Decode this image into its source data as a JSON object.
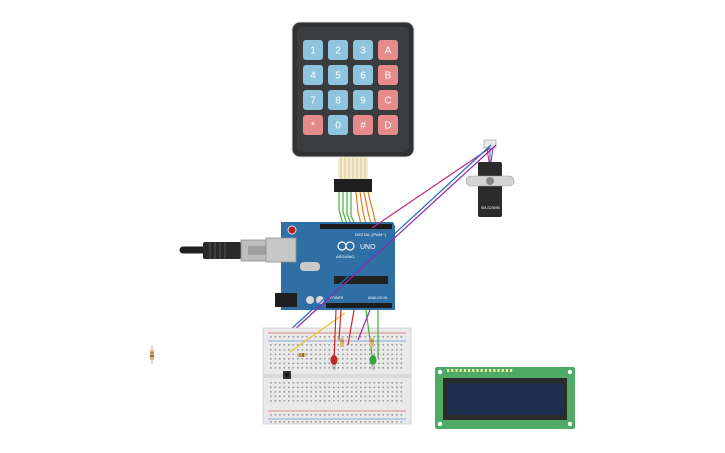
{
  "keypad": {
    "keys": [
      [
        "1",
        "2",
        "3",
        "A"
      ],
      [
        "4",
        "5",
        "6",
        "B"
      ],
      [
        "7",
        "8",
        "9",
        "C"
      ],
      [
        "*",
        "0",
        "#",
        "D"
      ]
    ],
    "colors": {
      "frame": "#2f3133",
      "number_key": "#8fc4de",
      "letter_key": "#e58b8b"
    }
  },
  "arduino": {
    "board_color": "#2f6fa3",
    "digital_label": "DIGITAL (PWM~)",
    "logo_text": "ARDUINO",
    "model_text": "UNO",
    "analog_label": "ANALOG IN",
    "power_label": "POWER"
  },
  "servo": {
    "label": "SM-S2309S",
    "color": "#2b2b2b"
  },
  "lcd": {
    "board_color": "#4faa66",
    "screen_color": "#1c2f4f"
  },
  "breadboard": {
    "color": "#e9e9e9"
  },
  "components": {
    "led_red": "#c0272d",
    "led_green": "#37a13e",
    "resistor": "#d8b872",
    "button": "#333333"
  },
  "wire_colors": {
    "purple": "#8e2ea0",
    "blue": "#2b68c4",
    "magenta": "#c02a83",
    "green": "#41b13b",
    "orange": "#e07b1c",
    "yellow": "#e8c62a",
    "red": "#d02727"
  }
}
